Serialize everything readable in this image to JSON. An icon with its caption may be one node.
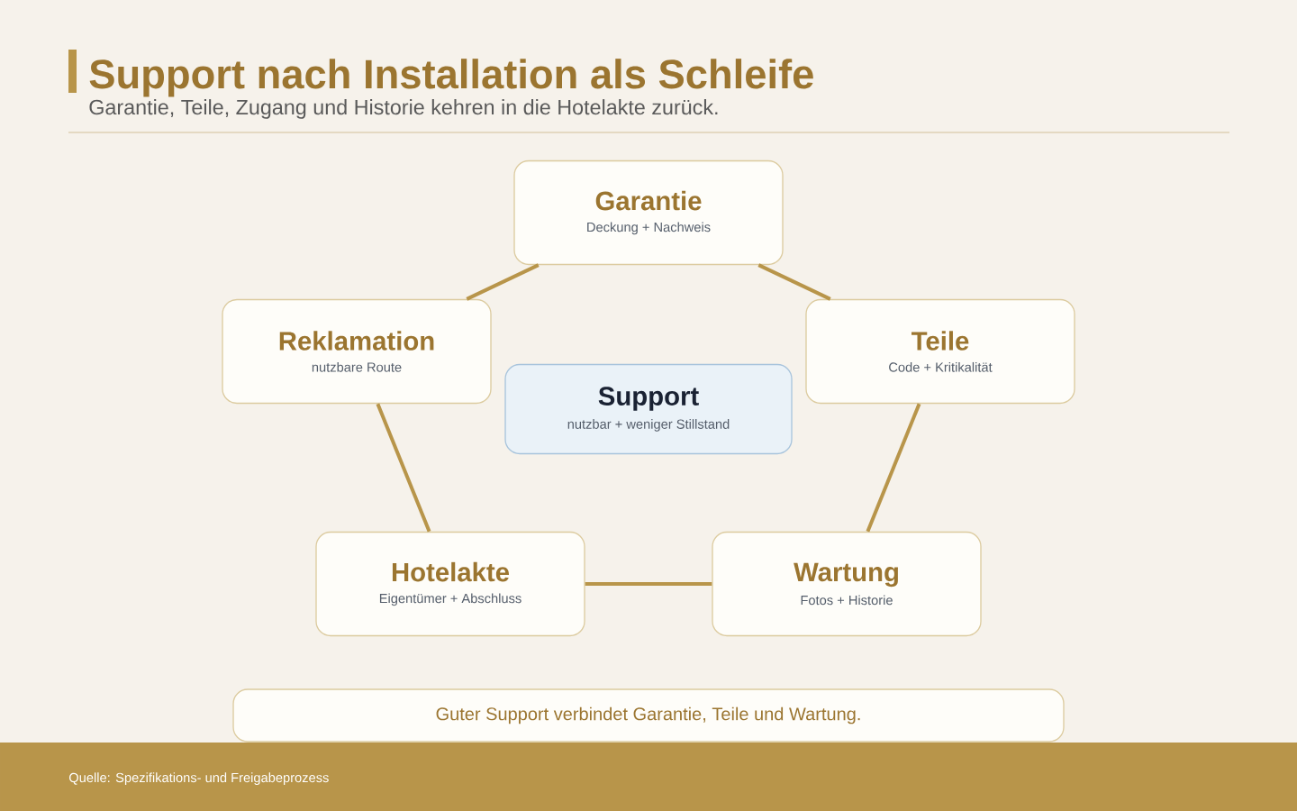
{
  "diagram": {
    "title": "Support nach Installation als Schleife",
    "nodes": [
      {
        "text": [
          "Garantie",
          "Deckung + Nachweis"
        ]
      },
      {
        "text": [
          "Reklamation",
          "nutzbare Route"
        ]
      },
      {
        "text": [
          "Teile",
          "Code + Kritikalität"
        ]
      },
      {
        "text": [
          "Support",
          "nutzbar + weniger Stillstand"
        ]
      },
      {
        "text": [
          "Hotelakte",
          "Eigentümer + Abschluss"
        ]
      },
      {
        "text": [
          "Wartung",
          "Fotos + Historie"
        ]
      },
      {
        "text": [
          "Guter Support verbindet Garantie, Teile und Wartung."
        ]
      }
    ],
    "edges": [
      {
        "from": 0,
        "to": 2,
        "arrow": "none"
      },
      {
        "from": 2,
        "to": 5,
        "arrow": "none"
      },
      {
        "from": 5,
        "to": 4,
        "arrow": "none"
      },
      {
        "from": 4,
        "to": 1,
        "arrow": "none"
      },
      {
        "from": 1,
        "to": 0,
        "arrow": "none"
      }
    ],
    "labels": [
      "Garantie, Teile, Zugang und Historie kehren in die Hotelakte zurück.",
      "Quelle: Spezifikations- und Freigabeprozess"
    ]
  }
}
